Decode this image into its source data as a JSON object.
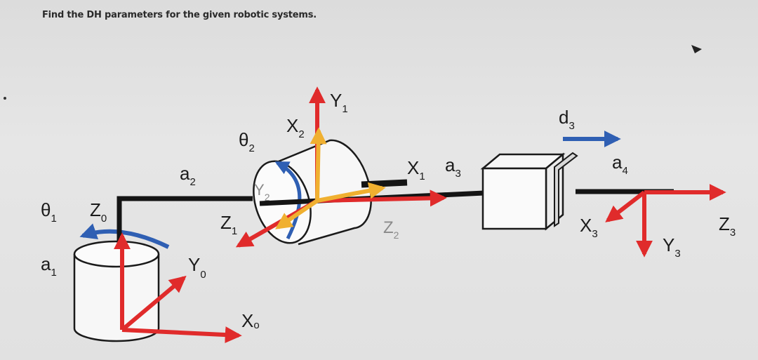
{
  "question": "Find the DH parameters for the given robotic systems.",
  "colors": {
    "frame_axis": "#e02b2b",
    "rotation_arrow": "#2f5fb3",
    "frame2_axis": "#f0b030",
    "link": "#141414",
    "background": "#e2e2e2"
  },
  "labels": {
    "theta1": {
      "main": "θ",
      "sub": "1"
    },
    "a1": {
      "main": "a",
      "sub": "1"
    },
    "z0": {
      "main": "Z",
      "sub": "0"
    },
    "y0": {
      "main": "Y",
      "sub": "0"
    },
    "x0": {
      "main": "X",
      "sub": "o"
    },
    "a2": {
      "main": "a",
      "sub": "2"
    },
    "z1": {
      "main": "Z",
      "sub": "1"
    },
    "theta2": {
      "main": "θ",
      "sub": "2"
    },
    "x2": {
      "main": "X",
      "sub": "2"
    },
    "y2": {
      "main": "Y",
      "sub": "2"
    },
    "y1": {
      "main": "Y",
      "sub": "1"
    },
    "z2": {
      "main": "Z",
      "sub": "2"
    },
    "x1": {
      "main": "X",
      "sub": "1"
    },
    "a3": {
      "main": "a",
      "sub": "3"
    },
    "d3": {
      "main": "d",
      "sub": "3"
    },
    "a4": {
      "main": "a",
      "sub": "4"
    },
    "x3": {
      "main": "X",
      "sub": "3"
    },
    "y3": {
      "main": "Y",
      "sub": "3"
    },
    "z3": {
      "main": "Z",
      "sub": "3"
    }
  }
}
